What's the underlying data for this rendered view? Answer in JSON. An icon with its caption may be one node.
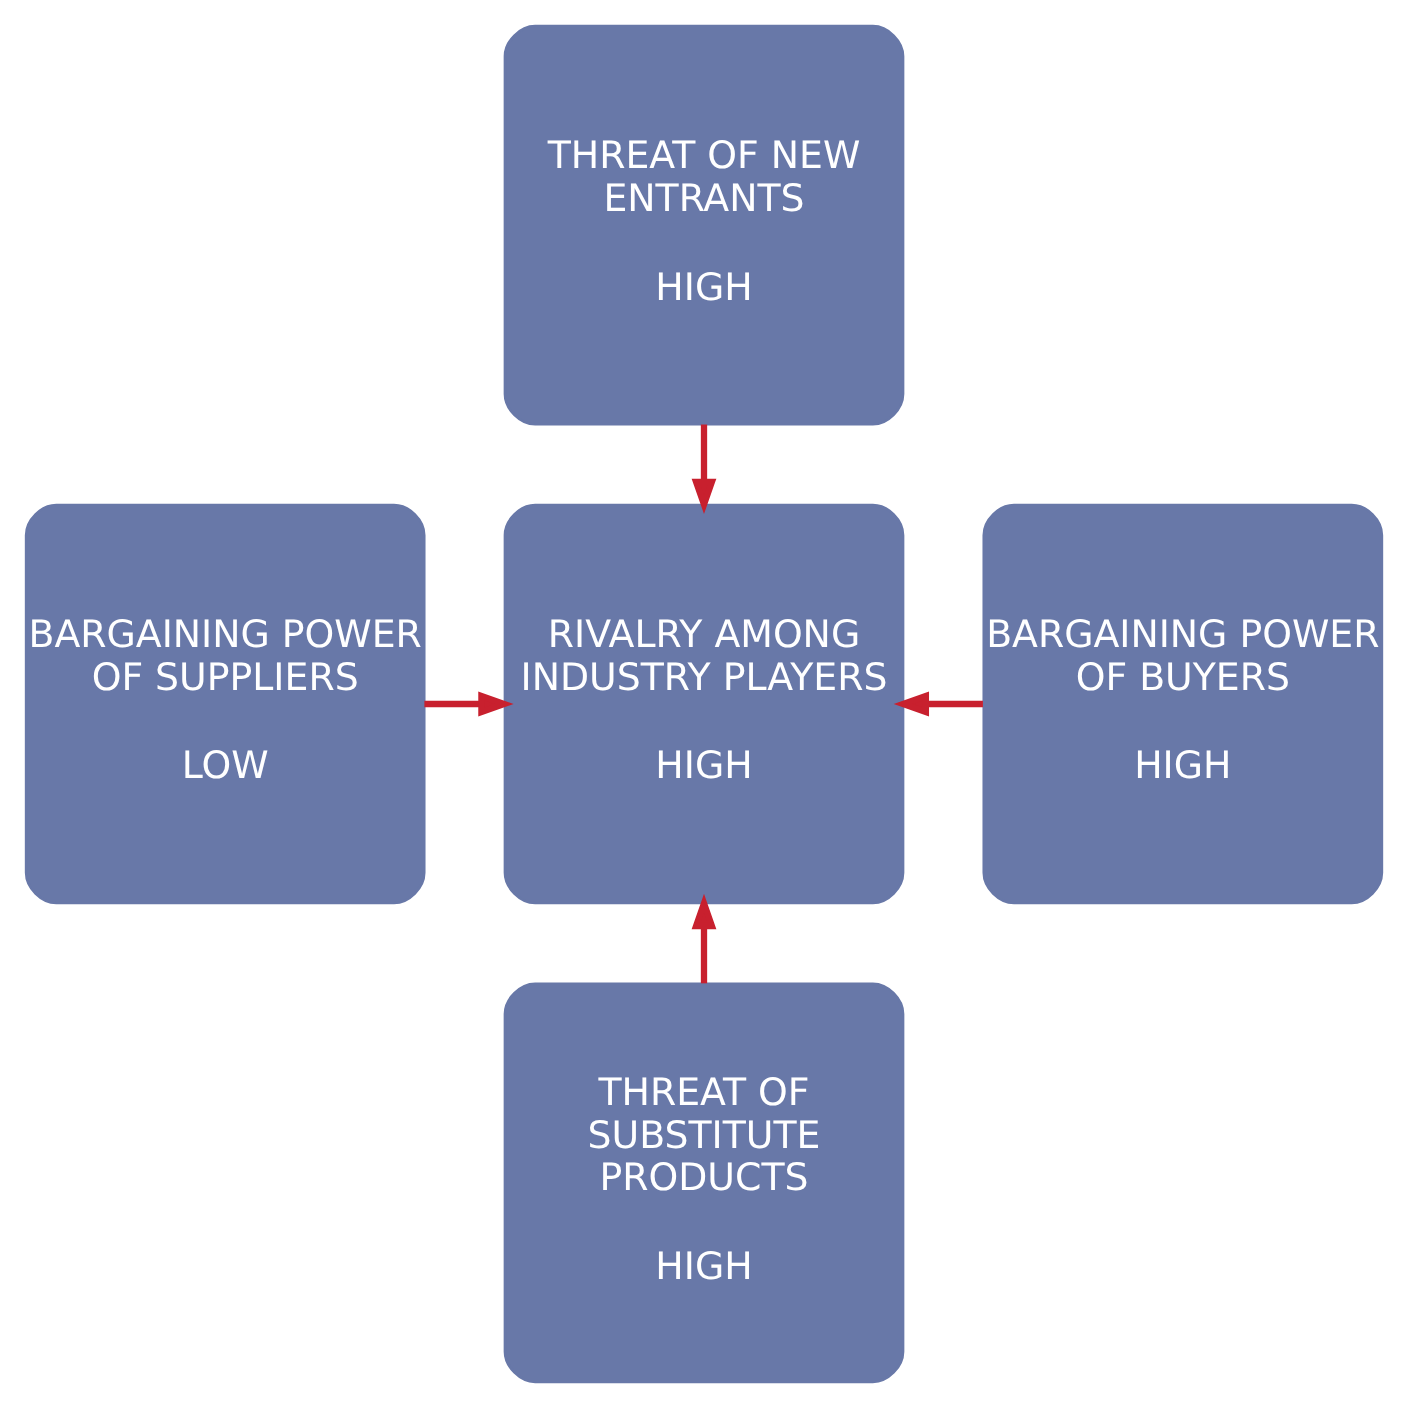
{
  "diagram": {
    "nodes": [
      {
        "text": [
          "THREAT OF NEW ENTRANTS",
          "HIGH"
        ]
      },
      {
        "text": [
          "BARGAINING POWER OF SUPPLIERS",
          "LOW"
        ]
      },
      {
        "text": [
          "RIVALRY AMONG INDUSTRY PLAYERS",
          "HIGH"
        ]
      },
      {
        "text": [
          "BARGAINING POWER OF BUYERS",
          "HIGH"
        ]
      },
      {
        "text": [
          "THREAT OF SUBSTITUTE PRODUCTS",
          "HIGH"
        ]
      }
    ],
    "edges": [
      {
        "from": 0,
        "to": 2,
        "arrow": "to"
      },
      {
        "from": 1,
        "to": 2,
        "arrow": "to"
      },
      {
        "from": 3,
        "to": 2,
        "arrow": "to"
      },
      {
        "from": 4,
        "to": 2,
        "arrow": "to"
      }
    ]
  }
}
